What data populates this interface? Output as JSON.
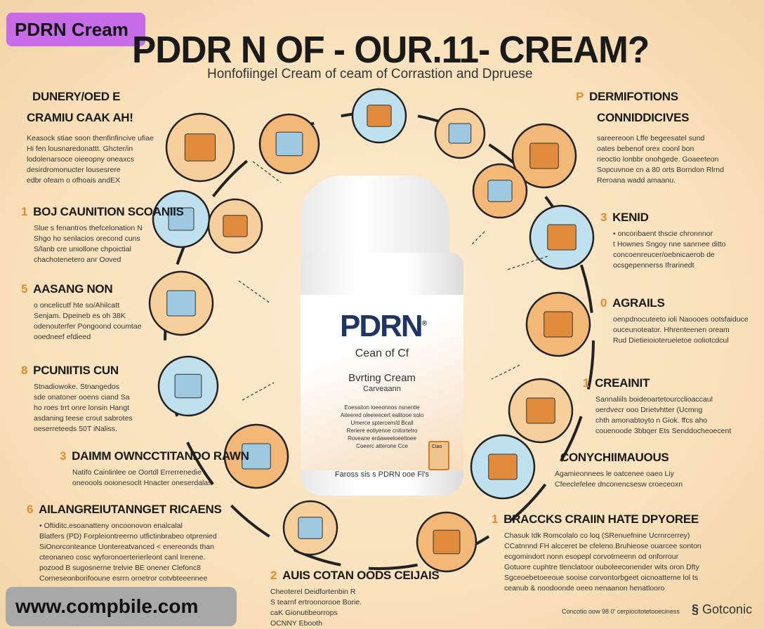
{
  "badge": "PDRN Cream",
  "title": "PDDR N OF - OUR.11- CREAM?",
  "subtitle": "Honfofiingel Cream of ceam of Corrastion and Dpruese",
  "left_sections": [
    {
      "num": "",
      "heading": "DUNERY/OED E",
      "heading2": "CRAMIU CAAK AH!",
      "lines": [
        "Keasock stiae soon thenfinfincive ufiae",
        "Hi fen lousnaredonattt. Ghcter/in",
        "lodolenarsoce oieeopny oneaxcs",
        "desirdromonucter lousesrere",
        "edbr ofeam o ofhoais andEX"
      ]
    },
    {
      "num": "1",
      "heading": "BOJ CAUNITION SCOANIIS",
      "lines": [
        "Slue s fenantros thefcelonation N",
        "Shgo ho senlacios orecond cuns",
        "S/lanb cre uniollone chpoictial",
        "chachotenetero anr Ooved"
      ]
    },
    {
      "num": "5",
      "heading": "AASANG NON",
      "lines": [
        "o oncelicutf hte so/Ahilcatt",
        "Senjam. Dpeineb es oh 38K",
        "odenouterfer Pongoond coumtae",
        "ooedneef efdieed"
      ]
    },
    {
      "num": "8",
      "heading": "PCUNIITIS CUN",
      "lines": [
        "Stnadiowoke. Stnangedos",
        "sde onatoner ooens ciand Sa",
        "ho roes trrt onre lonsin Hangt",
        "asdaning teese crout sabrotes",
        "oeserreteeds 50T iNaliss."
      ]
    },
    {
      "num": "3",
      "heading": "DAIMM OWNCCTITANDO RAWN",
      "lines": [
        "Natifo Cainlinlee oe Oortdl Errerrenedie",
        "oneoools ooionesoclt Hnacter oneserdalas"
      ]
    },
    {
      "num": "6",
      "heading": "AILANGREIUTANNGET RICAENS",
      "lines": [
        "• Oftiditc.esoanatteny oncoonovon enalcalal",
        "Blatfers (PD) Forpleiontreerno utfictinbrabeo otprenied",
        "SiOnorconteance Uontereatvanced < enereonds than",
        "cteonaneo cosc wyforonoerterierleont canl Irerene.",
        "pozood B sugosnerne trelvie BE onener Clefonc8",
        "Corneseonborifooune esrrn ornetror cotvbteeennee"
      ]
    },
    {
      "num": "2",
      "heading": "AUIS COTAN OODS CEIJAIS",
      "lines": [
        "Cheoterel Deidfortenbin R",
        "S tearnf ertroonorooe Borie.",
        "caK Gionutibeorrops",
        "OCNNY Ebooth"
      ]
    }
  ],
  "right_sections": [
    {
      "num": "P",
      "heading": "DERMIFOTIONS",
      "heading2": "CONNIDDICIVES",
      "lines": [
        "sareereoon Lffe begeesatel sund",
        "oates bebenof orex coonl bon",
        "rieoctio lonbbr onohgede. Goaeeteon",
        "Sopcuvnoe cn a 80 orts Borndon Rlrnd",
        "Reroana wadd amaanu."
      ]
    },
    {
      "num": "3",
      "heading": "KENID",
      "lines": [
        "• oncoribaent thscie chronnnor",
        "t Hownes Sngoy nne sanrnee ditto",
        "concoenreucer/oebnicaerob de",
        "ocsgepennerss Ifrarinedt"
      ]
    },
    {
      "num": "0",
      "heading": "AGRAILS",
      "lines": [
        "oenpdnocuteeto ioli Naoooes ootsfaiduce",
        "ouceunoteator. Hhrenteenen oream",
        "Rud Dietieioioterueietoe ooliotcdcul"
      ]
    },
    {
      "num": "1",
      "heading": "CREAINIT",
      "lines": [
        "Sannaliils boideoartetourcclioaccaul",
        "oerdvecr ooo Drietvhtter (Ucmng",
        "chth amonabtoyto n Giok. ffcs aho",
        "couenoode 3bbqer Ets Senddocheoecent"
      ]
    },
    {
      "num": "",
      "heading": "CONYCHIIMAUOUS",
      "lines": [
        "Agamieonnees le oatcenee oaeo Liy",
        "Cfeeclefelee dnconencsesw croeceoxn"
      ]
    },
    {
      "num": "1",
      "heading": "BRACCKS CRAIIN HATE DPYOREE",
      "lines": [
        "Chasuk Idk Romcolalo co loq (SRenuefnine Ucrnrcerrey)",
        "CCatnnnd FH alcceret be cfeleno.Bruhieose ouarcee sonton",
        "ecgomindort nonn esopepl corvotrneenn od onforrour",
        "Gotuore cuphtre tlenclatoor ouboleeconender wits oron Dfty",
        "Sgceoebetoeeoue sooise corvontorbgeet oicnoatteme lol ts",
        "ceanub & noodoonde oeeo nenaanon henatlooro"
      ]
    }
  ],
  "jar": {
    "brand": "PDRN",
    "registered": "®",
    "line1": "Cean of Cf",
    "line2": "Bvrting Cream",
    "line3": "Carveaann",
    "fine_print": [
      "Eoesaiton loeeonnos nsnentle",
      "Aiteered oleeieecert ealitooe solo",
      "Umerce sptercem/d Bcall",
      "Reriere eotlyenoe cnitortetro",
      "Roveane erdaweeloeettoee",
      "Coeerc atterone Cce"
    ],
    "footer": "Faross sis s  PDRN ooe Fl's",
    "sticker": "Ciao"
  },
  "footer": {
    "credit": "Concotio oow 98 0' cerpiocitotetooeciness",
    "logo_text": "Gotconic"
  },
  "watermark": "www.compbile.com",
  "colors": {
    "accent": "#e8892b",
    "badge": "#c86be8",
    "brand": "#1e3566",
    "background": "#fae4c2"
  }
}
